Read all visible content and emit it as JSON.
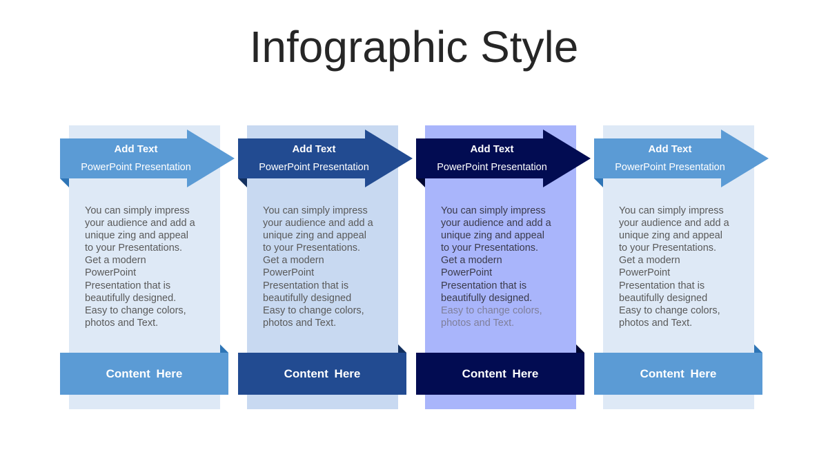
{
  "title": "Infographic Style",
  "columns": [
    {
      "heading": "Add Text",
      "subheading": "PowerPoint Presentation",
      "body_lines": [
        "You can simply impress",
        "your audience and add a",
        "unique zing and appeal",
        "to your Presentations.",
        "Get a modern",
        "PowerPoint",
        "Presentation that is",
        "beautifully designed.",
        "Easy to change colors,",
        "photos and Text."
      ],
      "footer": "Content  Here",
      "colors": {
        "panel": "#dee9f6",
        "arrow": "#5b9bd5",
        "fold": "#2e75b6"
      }
    },
    {
      "heading": "Add Text",
      "subheading": "PowerPoint Presentation",
      "body_lines": [
        "You can simply impress",
        "your audience and add a",
        "unique zing and appeal",
        "to your Presentations.",
        "Get a modern",
        "PowerPoint",
        "Presentation that is",
        "beautifully designed",
        "Easy to change colors,",
        "photos and Text."
      ],
      "footer": "Content  Here",
      "colors": {
        "panel": "#c8d9f1",
        "arrow": "#224b91",
        "fold": "#13305f"
      }
    },
    {
      "heading": "Add Text",
      "subheading": "PowerPoint Presentation",
      "body_lines": [
        "You can simply impress",
        "your audience and add a",
        "unique zing and appeal",
        "to your Presentations.",
        "Get a modern",
        "PowerPoint",
        "Presentation that is",
        "beautifully designed.",
        "Easy to change colors,",
        "photos and Text."
      ],
      "footer": "Content  Here",
      "colors": {
        "panel": "#a9b5fb",
        "arrow": "#020c52",
        "fold": "#010731"
      }
    },
    {
      "heading": "Add Text",
      "subheading": "PowerPoint Presentation",
      "body_lines": [
        "You can simply impress",
        "your audience and add a",
        "unique zing and appeal",
        "to your Presentations.",
        "Get a modern",
        "PowerPoint",
        "Presentation that is",
        "beautifully designed",
        "Easy to change colors,",
        "photos and Text."
      ],
      "footer": "Content  Here",
      "colors": {
        "panel": "#dee9f6",
        "arrow": "#5b9bd5",
        "fold": "#2e75b6"
      }
    }
  ]
}
